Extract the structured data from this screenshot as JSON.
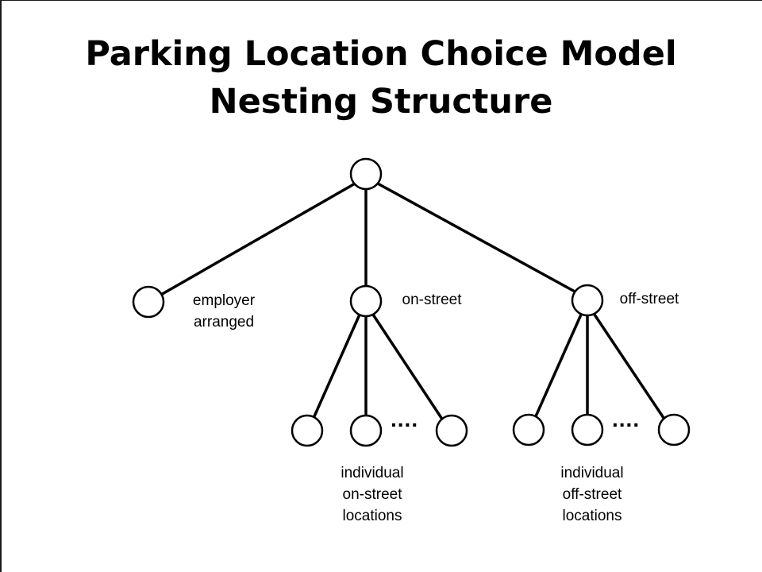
{
  "title": {
    "line1": "Parking Location Choice Model",
    "line2": "Nesting Structure"
  },
  "labels": {
    "employer_arranged": {
      "line1": "employer",
      "line2": "arranged"
    },
    "on_street": "on-street",
    "off_street": "off-street",
    "individual_on_street": {
      "line1": "individual",
      "line2": "on-street",
      "line3": "locations"
    },
    "individual_off_street": {
      "line1": "individual",
      "line2": "off-street",
      "line3": "locations"
    },
    "ellipsis_on_street": "....",
    "ellipsis_off_street": "...."
  },
  "colors": {
    "line": "#000000",
    "node_fill": "#ffffff",
    "background": "#ffffff"
  }
}
